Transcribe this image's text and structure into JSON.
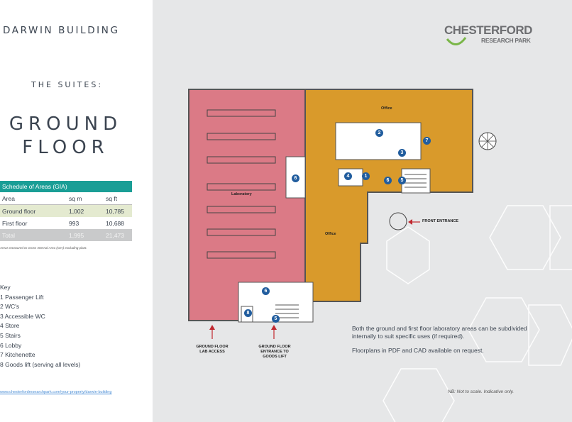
{
  "building_title": "DARWIN BUILDING",
  "suites_label": "THE SUITES:",
  "floor_title_line1": "GROUND",
  "floor_title_line2": "FLOOR",
  "schedule": {
    "heading": "Schedule of Areas (GIA)",
    "columns": [
      "Area",
      "sq m",
      "sq ft"
    ],
    "rows": [
      {
        "area": "Ground floor",
        "sqm": "1,002",
        "sqft": "10,785"
      },
      {
        "area": "First floor",
        "sqm": "993",
        "sqft": "10,688"
      },
      {
        "area": "Total",
        "sqm": "1,995",
        "sqft": "21,473"
      }
    ],
    "note": "Areas measured to Gross Internal Area (GIA) excluding plant."
  },
  "key": {
    "heading": "Key",
    "items": [
      "1 Passenger Lift",
      "2 WC's",
      "3 Accessible WC",
      "4 Store",
      "5 Stairs",
      "6 Lobby",
      "7 Kitchenette",
      "8 Goods lift (serving all levels)"
    ]
  },
  "url": "www.chesterfordresearchpark.com/your-property/darwin-building",
  "logo": {
    "main": "CHESTERFORD",
    "sub": "RESEARCH PARK"
  },
  "plan": {
    "rooms": {
      "laboratory": "Laboratory",
      "office_top": "Office",
      "office_mid": "Office"
    },
    "markers": {
      "lift": "1",
      "wc": "2",
      "accessible_wc": "3",
      "store": "4",
      "stairs_a": "5",
      "stairs_b": "5",
      "lobby_a": "6",
      "lobby_b": "6",
      "lobby_c": "6",
      "kitchenette": "7",
      "goods_lift": "8"
    },
    "front_entrance": "FRONT ENTRANCE",
    "lab_access": [
      "GROUND FLOOR",
      "LAB ACCESS"
    ],
    "goods_entrance": [
      "GROUND FLOOR",
      "ENTRANCE TO",
      "GOODS LIFT"
    ]
  },
  "body_paragraphs": [
    "Both the ground and first floor laboratory areas can be subdivided internally to suit specific uses (if required).",
    "Floorplans in PDF and CAD available on request."
  ],
  "nb_note": "NB: Not to scale. Indicative only.",
  "colors": {
    "lab": "#db7a86",
    "office": "#d99a2b",
    "teal": "#1a9e96",
    "marker": "#215d9e",
    "panel": "#e6e7e8"
  }
}
